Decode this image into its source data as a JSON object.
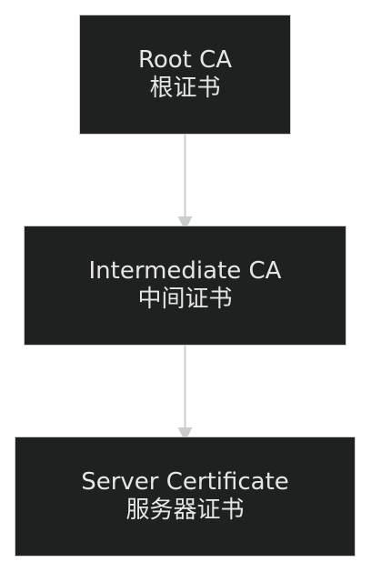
{
  "diagram": {
    "nodes": [
      {
        "id": "root",
        "label_en": "Root CA",
        "label_zh": "根证书"
      },
      {
        "id": "intermediate",
        "label_en": "Intermediate CA",
        "label_zh": "中间证书"
      },
      {
        "id": "server",
        "label_en": "Server Certificate",
        "label_zh": "服务器证书"
      }
    ],
    "edges": [
      {
        "from": "root",
        "to": "intermediate"
      },
      {
        "from": "intermediate",
        "to": "server"
      }
    ],
    "colors": {
      "node_fill": "#1f2020",
      "node_border": "#cccccc",
      "node_text": "#e6e6e6",
      "edge": "#cccccc",
      "background": "#ffffff"
    }
  }
}
